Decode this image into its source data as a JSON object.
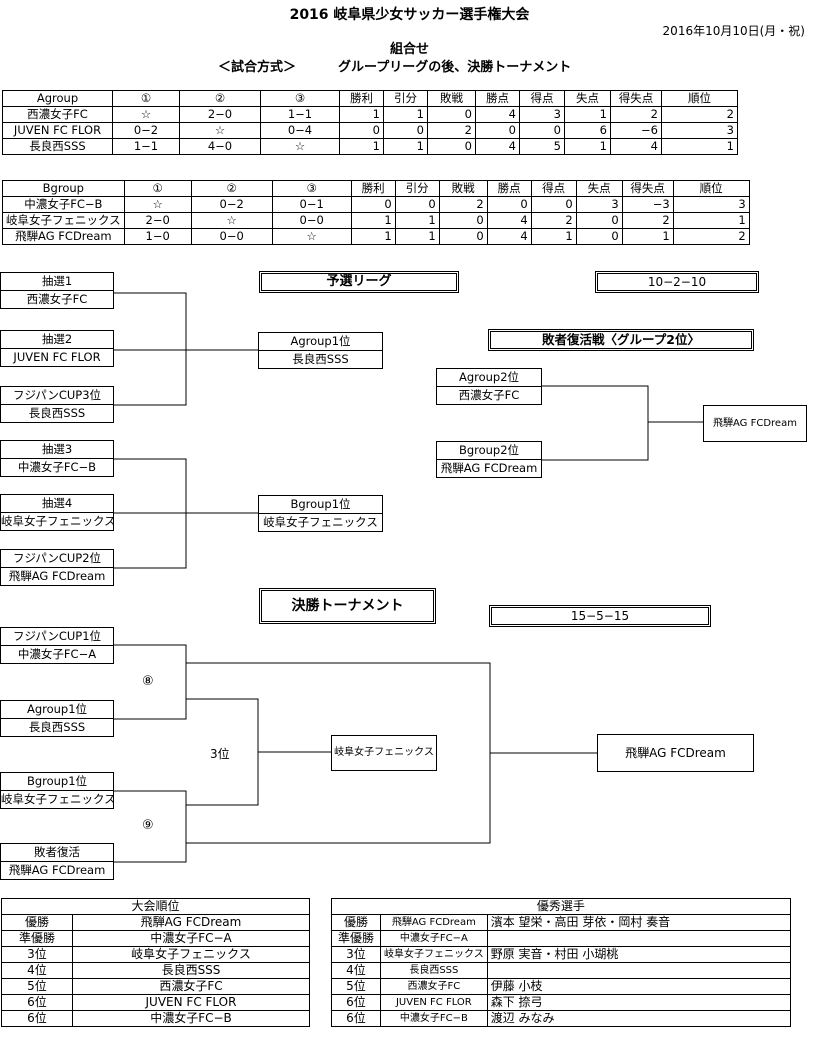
{
  "header": {
    "title": "2016 岐阜県少女サッカー選手権大会",
    "date": "2016年10月10日(月・祝)",
    "subtitle": "組合せ",
    "format_label": "＜試合方式＞",
    "format_text": "グループリーグの後、決勝トーナメント"
  },
  "columns": [
    "①",
    "②",
    "③",
    "勝利",
    "引分",
    "敗戦",
    "勝点",
    "得点",
    "失点",
    "得失点",
    "順位"
  ],
  "group_a": {
    "name": "Agroup",
    "rows": [
      [
        "西濃女子FC",
        "☆",
        "2−0",
        "1−1",
        "1",
        "1",
        "0",
        "4",
        "3",
        "1",
        "2",
        "2"
      ],
      [
        "JUVEN FC FLOR",
        "0−2",
        "☆",
        "0−4",
        "0",
        "0",
        "2",
        "0",
        "0",
        "6",
        "−6",
        "3"
      ],
      [
        "長良西SSS",
        "1−1",
        "4−0",
        "☆",
        "1",
        "1",
        "0",
        "4",
        "5",
        "1",
        "4",
        "1"
      ]
    ]
  },
  "group_b": {
    "name": "Bgroup",
    "rows": [
      [
        "中濃女子FC−B",
        "☆",
        "0−2",
        "0−1",
        "0",
        "0",
        "2",
        "0",
        "0",
        "3",
        "−3",
        "3"
      ],
      [
        "岐阜女子フェニックス",
        "2−0",
        "☆",
        "0−0",
        "1",
        "1",
        "0",
        "4",
        "2",
        "0",
        "2",
        "1"
      ],
      [
        "飛騨AG FCDream",
        "1−0",
        "0−0",
        "☆",
        "1",
        "1",
        "0",
        "4",
        "1",
        "0",
        "1",
        "2"
      ]
    ]
  },
  "prelim": {
    "title": "予選リーグ",
    "time": "10−2−10",
    "slots_a": [
      {
        "label": "抽選1",
        "team": "西濃女子FC"
      },
      {
        "label": "抽選2",
        "team": "JUVEN FC FLOR"
      },
      {
        "label": "フジパンCUP3位",
        "team": "長良西SSS"
      }
    ],
    "result_a": {
      "label": "Agroup1位",
      "team": "長良西SSS"
    },
    "slots_b": [
      {
        "label": "抽選3",
        "team": "中濃女子FC−B"
      },
      {
        "label": "抽選4",
        "team": "岐阜女子フェニックス"
      },
      {
        "label": "フジパンCUP2位",
        "team": "飛騨AG FCDream"
      }
    ],
    "result_b": {
      "label": "Bgroup1位",
      "team": "岐阜女子フェニックス"
    }
  },
  "repechage": {
    "title": "敗者復活戦〈グループ2位〉",
    "slot1": {
      "label": "Agroup2位",
      "team": "西濃女子FC"
    },
    "slot2": {
      "label": "Bgroup2位",
      "team": "飛騨AG FCDream"
    },
    "winner": "飛騨AG FCDream"
  },
  "final": {
    "title": "決勝トーナメント",
    "time": "15−5−15",
    "slots": [
      {
        "label": "フジパンCUP1位",
        "team": "中濃女子FC−A"
      },
      {
        "label": "Agroup1位",
        "team": "長良西SSS"
      },
      {
        "label": "Bgroup1位",
        "team": "岐阜女子フェニックス"
      },
      {
        "label": "敗者復活",
        "team": "飛騨AG FCDream"
      }
    ],
    "match8": "⑧",
    "match9": "⑨",
    "third_label": "3位",
    "third_winner": "岐阜女子フェニックス",
    "champion": "飛騨AG FCDream"
  },
  "standings": {
    "title": "大会順位",
    "rows": [
      [
        "優勝",
        "飛騨AG FCDream"
      ],
      [
        "準優勝",
        "中濃女子FC−A"
      ],
      [
        "3位",
        "岐阜女子フェニックス"
      ],
      [
        "4位",
        "長良西SSS"
      ],
      [
        "5位",
        "西濃女子FC"
      ],
      [
        "6位",
        "JUVEN FC FLOR"
      ],
      [
        "6位",
        "中濃女子FC−B"
      ]
    ]
  },
  "players": {
    "title": "優秀選手",
    "rows": [
      [
        "優勝",
        "飛騨AG FCDream",
        "濱本 望栄・高田 芽依・岡村 奏音"
      ],
      [
        "準優勝",
        "中濃女子FC−A",
        ""
      ],
      [
        "3位",
        "岐阜女子フェニックス",
        "野原 実音・村田 小瑚桃"
      ],
      [
        "4位",
        "長良西SSS",
        ""
      ],
      [
        "5位",
        "西濃女子FC",
        "伊藤 小枝"
      ],
      [
        "6位",
        "JUVEN FC FLOR",
        "森下 捺弓"
      ],
      [
        "6位",
        "中濃女子FC−B",
        "渡辺 みなみ"
      ]
    ]
  }
}
